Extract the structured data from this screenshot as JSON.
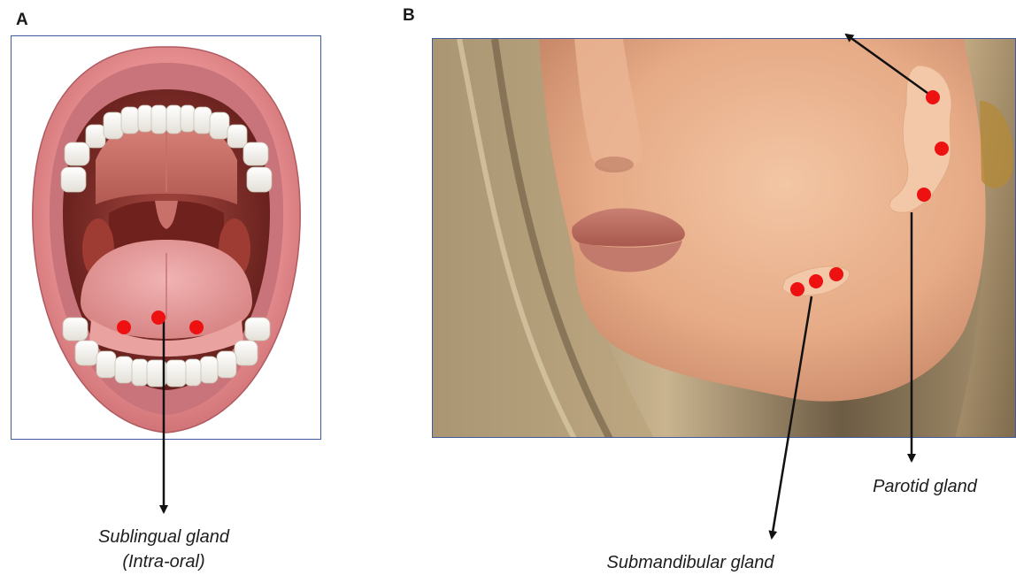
{
  "panels": {
    "a": {
      "letter": "A"
    },
    "b": {
      "letter": "B"
    }
  },
  "labels": {
    "sublingual_line1": "Sublingual gland",
    "sublingual_line2": "(Intra-oral)",
    "submandibular": "Submandibular gland",
    "parotid": "Parotid gland"
  },
  "colors": {
    "gland_marker": "#ee1111",
    "frame_border": "#3f5b9c",
    "arrow": "#111111",
    "gland_tissue": "#f2c8a8"
  }
}
